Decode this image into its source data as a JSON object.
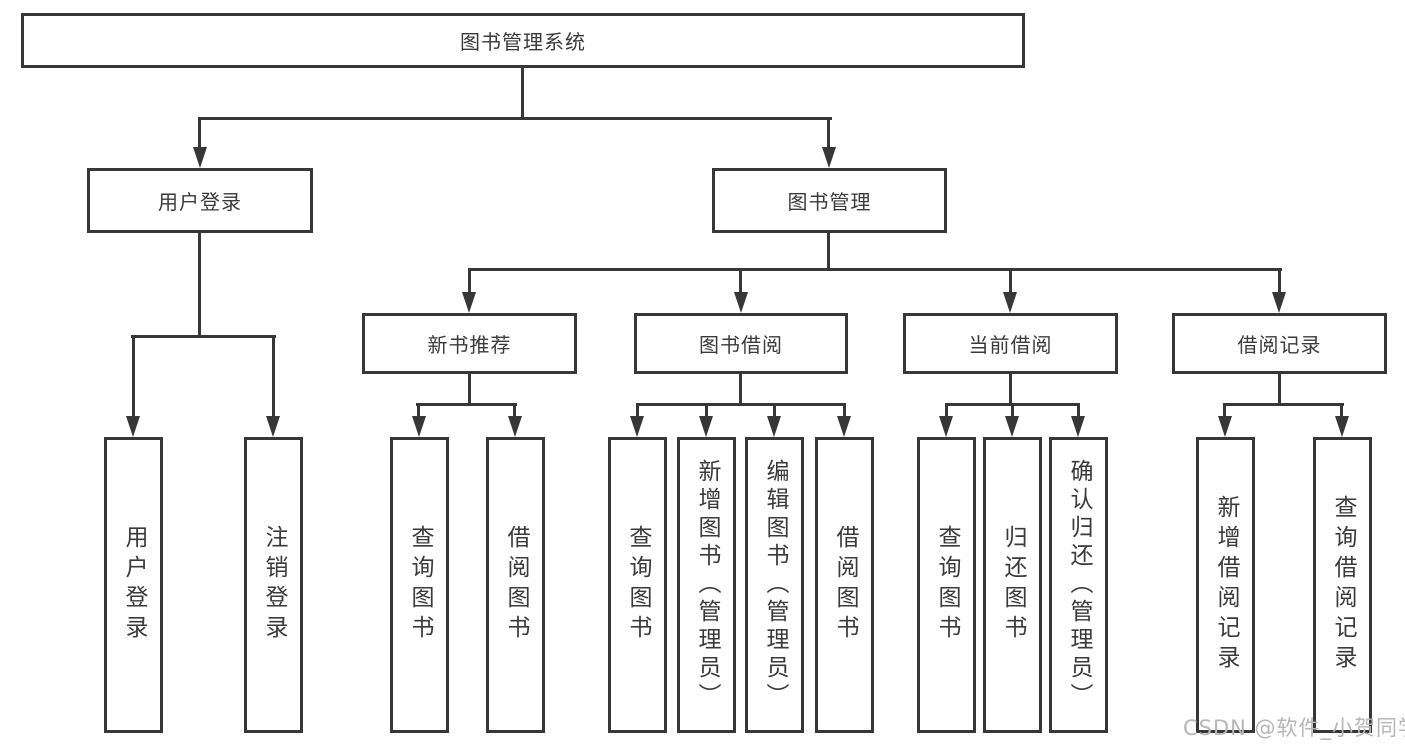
{
  "tree": {
    "root": {
      "label": "图书管理系统"
    },
    "user": {
      "label": "用户登录",
      "children": [
        {
          "label": "用户登录"
        },
        {
          "label": "注销登录"
        }
      ]
    },
    "management": {
      "label": "图书管理",
      "sections": [
        {
          "label": "新书推荐",
          "children": [
            {
              "label": "查询图书"
            },
            {
              "label": "借阅图书"
            }
          ]
        },
        {
          "label": "图书借阅",
          "children": [
            {
              "label": "查询图书"
            },
            {
              "label": "新增图书（管理员）"
            },
            {
              "label": "编辑图书（管理员）"
            },
            {
              "label": "借阅图书"
            }
          ]
        },
        {
          "label": "当前借阅",
          "children": [
            {
              "label": "查询图书"
            },
            {
              "label": "归还图书"
            },
            {
              "label": "确认归还（管理员）"
            }
          ]
        },
        {
          "label": "借阅记录",
          "children": [
            {
              "label": "新增借阅记录"
            },
            {
              "label": "查询借阅记录"
            }
          ]
        }
      ]
    }
  },
  "watermark": {
    "text": "CSDN @软件_小贺同学"
  },
  "colors": {
    "line": "#373737",
    "text": "#3a3a3a",
    "watermark": "#b6b6b6",
    "background": "#ffffff"
  }
}
